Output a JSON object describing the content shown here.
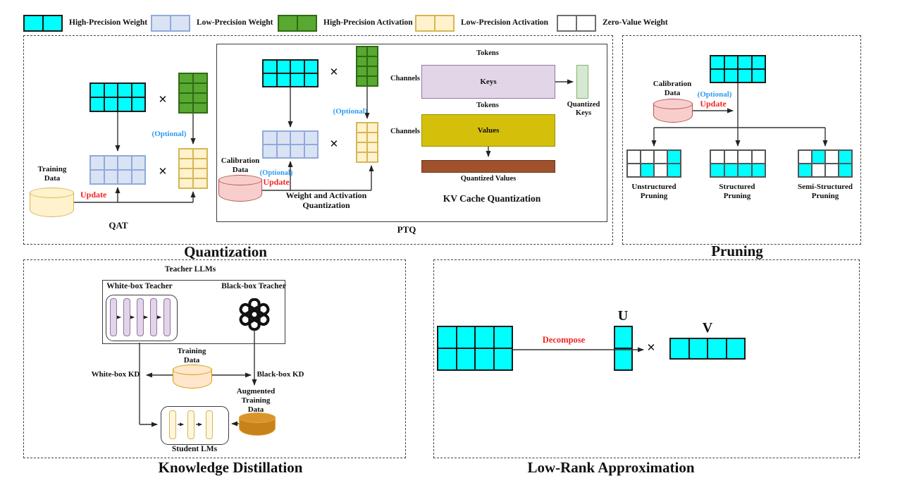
{
  "symbols": {
    "times": "×"
  },
  "palette": {
    "hp_weight_fill": "#00FFFF",
    "hp_weight_border": "#1A1A1A",
    "lp_weight_fill": "#DAE3F3",
    "lp_weight_border": "#8FAADC",
    "hp_act_fill": "#58A831",
    "hp_act_border": "#2F6B12",
    "lp_act_fill": "#FFF2CC",
    "lp_act_border": "#D6B656",
    "zero_fill": "#FFFFFF",
    "zero_border": "#6E6E6E",
    "keys_fill": "#E1D5E7",
    "keys_border": "#9673A6",
    "values_fill": "#D4C00B",
    "values_border": "#9C8E00",
    "qkeys_fill": "#D5E8D4",
    "qkeys_border": "#82B366",
    "qvalues_fill": "#A0522D",
    "qvalues_border": "#6D3619",
    "calib_fill": "#F8CECC",
    "calib_border": "#B85450",
    "train_fill": "#FFF2CC",
    "train_border": "#D6B656",
    "kd_train_fill": "#FFE6CC",
    "kd_train_border": "#D79B00",
    "aug_fill": "#C8821A",
    "aug_border": "#E2A93B",
    "aug_top_fill": "#D9952B",
    "purple_bar_fill": "#E1D5E7",
    "purple_bar_border": "#9673A6",
    "student_bar_fill": "#FFF6DD",
    "student_bar_border": "#D6B656",
    "optional_blue": "#2E9BF2",
    "update_red": "#F22222"
  },
  "legend": {
    "items": [
      {
        "label": "High-Precision Weight",
        "swatch": {
          "rows": 1,
          "cols": 2,
          "kind": "hp-weight"
        }
      },
      {
        "label": "Low-Precision Weight",
        "swatch": {
          "rows": 1,
          "cols": 2,
          "kind": "lp-weight"
        }
      },
      {
        "label": "High-Precision Activation",
        "swatch": {
          "rows": 1,
          "cols": 2,
          "kind": "hp-act"
        }
      },
      {
        "label": "Low-Precision Activation",
        "swatch": {
          "rows": 1,
          "cols": 2,
          "kind": "lp-act"
        }
      },
      {
        "label": "Zero-Value Weight",
        "swatch": {
          "rows": 1,
          "cols": 2,
          "kind": "zero"
        }
      }
    ]
  },
  "quantization": {
    "caption": "Quantization",
    "qat": {
      "label": "QAT",
      "training_data_label": "Training Data",
      "update_label": "Update",
      "optional_label": "(Optional)",
      "grids": {
        "hp": {
          "rows": 2,
          "cols": 4,
          "kind": "hp-weight"
        },
        "act": {
          "rows": 4,
          "cols": 2,
          "kind": "hp-act"
        },
        "lp": {
          "rows": 2,
          "cols": 4,
          "kind": "lp-weight"
        },
        "lp_act": {
          "rows": 4,
          "cols": 2,
          "kind": "lp-act"
        }
      }
    },
    "ptq": {
      "label": "PTQ",
      "waq": {
        "title": "Weight and Activation Quantization",
        "calibration_label": "Calibration Data",
        "optional_label": "(Optional)",
        "update_label": "Update",
        "grids": {
          "hp": {
            "rows": 2,
            "cols": 4,
            "kind": "hp-weight"
          },
          "act": {
            "rows": 4,
            "cols": 2,
            "kind": "hp-act"
          },
          "lp": {
            "rows": 2,
            "cols": 4,
            "kind": "lp-weight"
          },
          "lp_act": {
            "rows": 4,
            "cols": 2,
            "kind": "lp-act"
          }
        }
      },
      "kv": {
        "title": "KV Cache Quantization",
        "tokens_label": "Tokens",
        "channels_label": "Channels",
        "keys_label": "Keys",
        "values_label": "Values",
        "quantized_keys_label": "Quantized Keys",
        "quantized_values_label": "Quantized Values"
      }
    }
  },
  "pruning": {
    "caption": "Pruning",
    "calibration_label": "Calibration Data",
    "optional_label": "(Optional)",
    "update_label": "Update",
    "labels": {
      "unstructured": "Unstructured Pruning",
      "structured": "Structured Pruning",
      "semi": "Semi-Structured Pruning"
    },
    "grids": {
      "weight": {
        "rows": 2,
        "cols": 4,
        "kind": "hp-weight"
      },
      "unstructured": {
        "rows": 2,
        "cols": 4,
        "kind": "hp-weight",
        "pattern": [
          [
            0,
            0,
            0,
            1
          ],
          [
            0,
            1,
            0,
            1
          ]
        ]
      },
      "structured": {
        "rows": 2,
        "cols": 4,
        "kind": "hp-weight",
        "pattern": [
          [
            0,
            0,
            0,
            0
          ],
          [
            1,
            1,
            1,
            1
          ]
        ]
      },
      "semi": {
        "rows": 2,
        "cols": 4,
        "kind": "hp-weight",
        "pattern": [
          [
            0,
            1,
            0,
            1
          ],
          [
            1,
            0,
            0,
            1
          ]
        ]
      }
    }
  },
  "kd": {
    "caption": "Knowledge Distillation",
    "teacher_llms_label": "Teacher LLMs",
    "whitebox_label": "White-box Teacher",
    "blackbox_label": "Black-box Teacher",
    "training_data_label": "Training Data",
    "whitebox_kd_label": "White-box KD",
    "blackbox_kd_label": "Black-box KD",
    "augmented_label": "Augmented Training Data",
    "student_label": "Student LMs"
  },
  "lra": {
    "caption": "Low-Rank Approximation",
    "decompose_label": "Decompose",
    "u_label": "U",
    "v_label": "V",
    "grids": {
      "w": {
        "rows": 2,
        "cols": 4,
        "kind": "hp-weight"
      },
      "u": {
        "rows": 2,
        "cols": 1,
        "kind": "hp-weight"
      },
      "v": {
        "rows": 1,
        "cols": 4,
        "kind": "hp-weight"
      }
    }
  }
}
